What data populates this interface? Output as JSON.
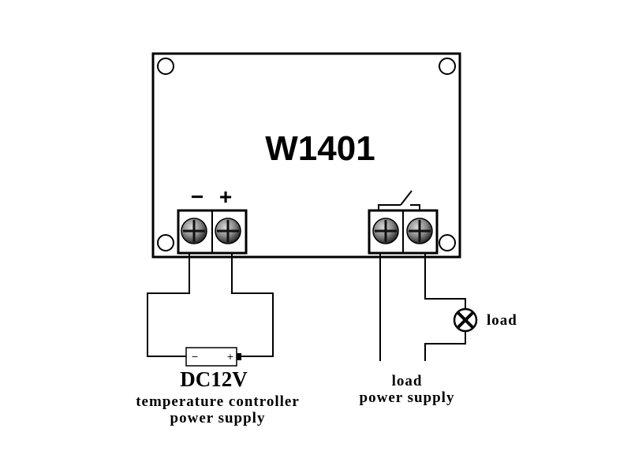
{
  "device": {
    "model": "W1401",
    "power_terminals": {
      "negative": "−",
      "positive": "+"
    }
  },
  "battery": {
    "minus_sign": "−",
    "plus_sign": "+"
  },
  "labels": {
    "voltage": "DC12V",
    "controller_supply": [
      "temperature controller",
      "power supply"
    ],
    "load_supply": [
      "load",
      "power supply"
    ],
    "load": "load"
  }
}
